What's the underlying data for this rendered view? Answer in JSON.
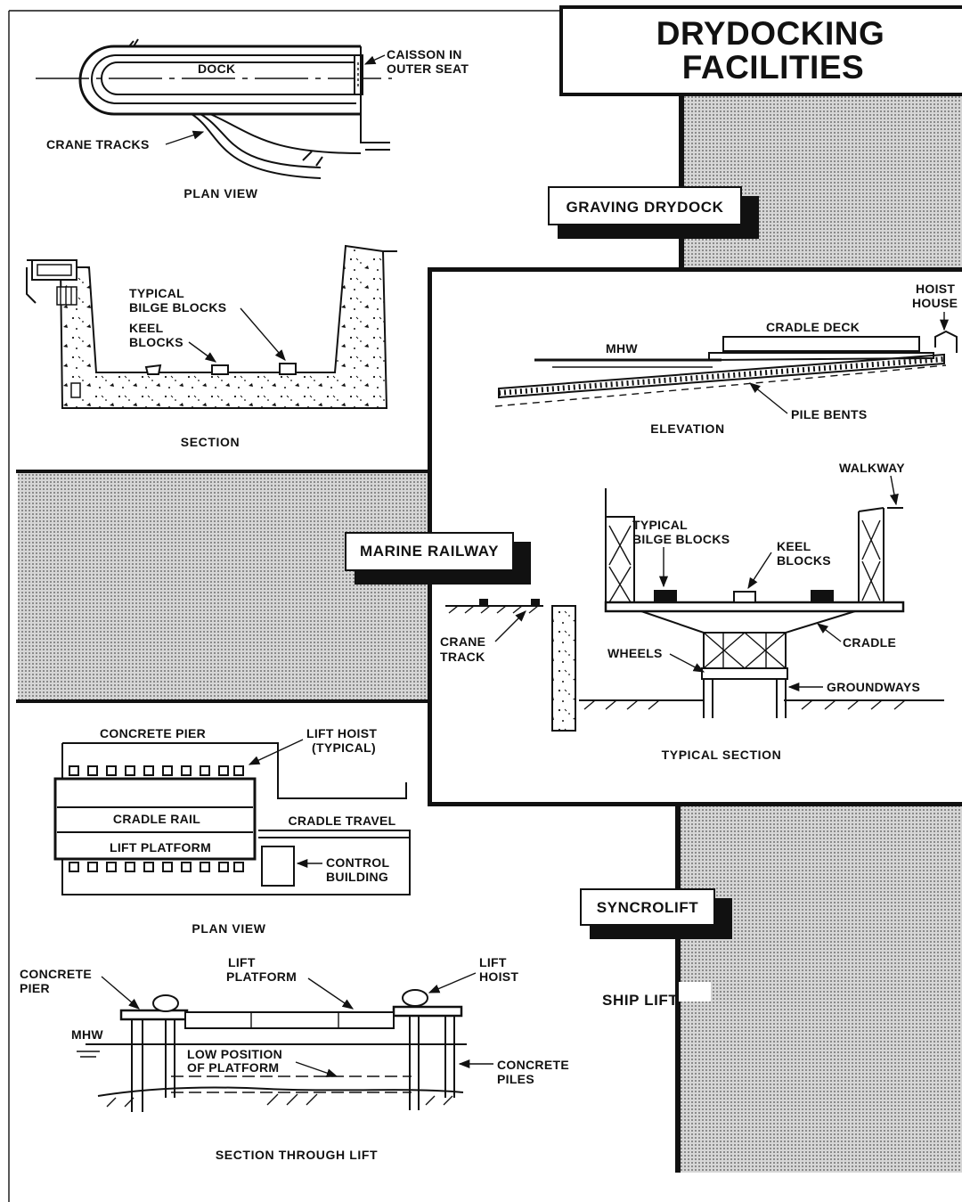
{
  "title": {
    "line1": "DRYDOCKING",
    "line2": "FACILITIES"
  },
  "colors": {
    "ink": "#111111",
    "paper": "#ffffff",
    "screen": "#bdbdbd"
  },
  "sections": {
    "graving": {
      "tag": "GRAVING DRYDOCK",
      "plan": {
        "caption": "PLAN VIEW",
        "labels": {
          "dock": "DOCK",
          "caisson_1": "CAISSON IN",
          "caisson_2": "OUTER SEAT",
          "crane_tracks": "CRANE TRACKS"
        }
      },
      "section": {
        "caption": "SECTION",
        "labels": {
          "bilge_1": "TYPICAL",
          "bilge_2": "BILGE BLOCKS",
          "keel_1": "KEEL",
          "keel_2": "BLOCKS"
        }
      }
    },
    "railway": {
      "tag": "MARINE RAILWAY",
      "elevation": {
        "caption": "ELEVATION",
        "labels": {
          "hoist_1": "HOIST",
          "hoist_2": "HOUSE",
          "cradle_deck": "CRADLE DECK",
          "mhw": "MHW",
          "pile_bents": "PILE BENTS"
        }
      },
      "typical_section": {
        "caption": "TYPICAL SECTION",
        "labels": {
          "walkway": "WALKWAY",
          "bilge_1": "TYPICAL",
          "bilge_2": "BILGE BLOCKS",
          "keel_1": "KEEL",
          "keel_2": "BLOCKS",
          "crane_1": "CRANE",
          "crane_2": "TRACK",
          "wheels": "WHEELS",
          "cradle": "CRADLE",
          "groundways": "GROUNDWAYS"
        }
      }
    },
    "syncrolift": {
      "tag": "SYNCROLIFT",
      "subtag": "SHIP LIFT",
      "plan": {
        "caption": "PLAN VIEW",
        "labels": {
          "concrete_pier": "CONCRETE PIER",
          "lift_hoist_1": "LIFT HOIST",
          "lift_hoist_2": "(TYPICAL)",
          "cradle_rail": "CRADLE RAIL",
          "cradle_travel": "CRADLE TRAVEL",
          "lift_platform": "LIFT PLATFORM",
          "control_1": "CONTROL",
          "control_2": "BUILDING"
        }
      },
      "section": {
        "caption": "SECTION THROUGH LIFT",
        "labels": {
          "pier_1": "CONCRETE",
          "pier_2": "PIER",
          "platform_1": "LIFT",
          "platform_2": "PLATFORM",
          "hoist_1": "LIFT",
          "hoist_2": "HOIST",
          "mhw": "MHW",
          "low_1": "LOW POSITION",
          "low_2": "OF PLATFORM",
          "piles_1": "CONCRETE",
          "piles_2": "PILES"
        }
      }
    }
  }
}
